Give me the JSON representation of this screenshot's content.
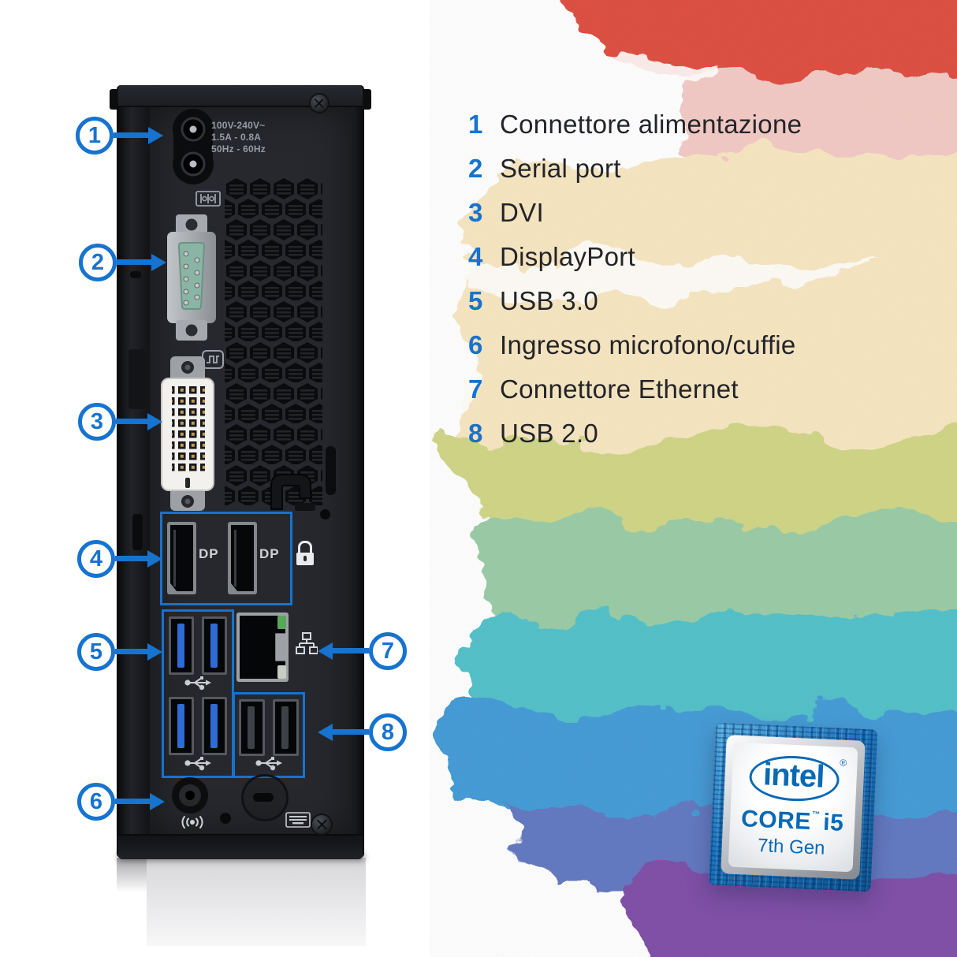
{
  "colors": {
    "accent_blue": "#1673cf",
    "intel_blue": "#0a69b5",
    "tower_body": "#232529",
    "bands": {
      "red": "#dd4b3c",
      "pink": "#f3c9c4",
      "cream": "#f7e6c0",
      "yellow_green": "#cfd584",
      "green": "#97cba4",
      "teal": "#4fc0c8",
      "blue": "#3f9ad6",
      "indigo": "#5f76c0",
      "purple": "#7b4ba6"
    }
  },
  "legend": {
    "items": [
      {
        "num": "1",
        "label": "Connettore alimentazione"
      },
      {
        "num": "2",
        "label": "Serial port"
      },
      {
        "num": "3",
        "label": "DVI"
      },
      {
        "num": "4",
        "label": "DisplayPort"
      },
      {
        "num": "5",
        "label": "USB 3.0"
      },
      {
        "num": "6",
        "label": "Ingresso microfono/cuffie"
      },
      {
        "num": "7",
        "label": "Connettore Ethernet"
      },
      {
        "num": "8",
        "label": "USB 2.0"
      }
    ]
  },
  "callouts": [
    {
      "num": "1"
    },
    {
      "num": "2"
    },
    {
      "num": "3"
    },
    {
      "num": "4"
    },
    {
      "num": "5"
    },
    {
      "num": "6"
    },
    {
      "num": "7"
    },
    {
      "num": "8"
    }
  ],
  "rear_panel": {
    "power_specs": {
      "line1": "100V-240V~",
      "line2": "1.5A - 0.8A",
      "line3": "50Hz - 60Hz"
    },
    "displayport": {
      "label_1": "DP",
      "label_2": "DP"
    }
  },
  "icons": {
    "serial": "serial |o|o|",
    "dvi": "dvi-square-wave",
    "lock": "padlock",
    "usb": "usb-trident",
    "network": "lan-nodes",
    "audio": "speaker-waves",
    "keyboard": "keyboard"
  },
  "badge": {
    "brand": "intel",
    "registered": "®",
    "line1": "CORE",
    "trademark": "™",
    "model": "i5",
    "line2": "7th Gen"
  }
}
